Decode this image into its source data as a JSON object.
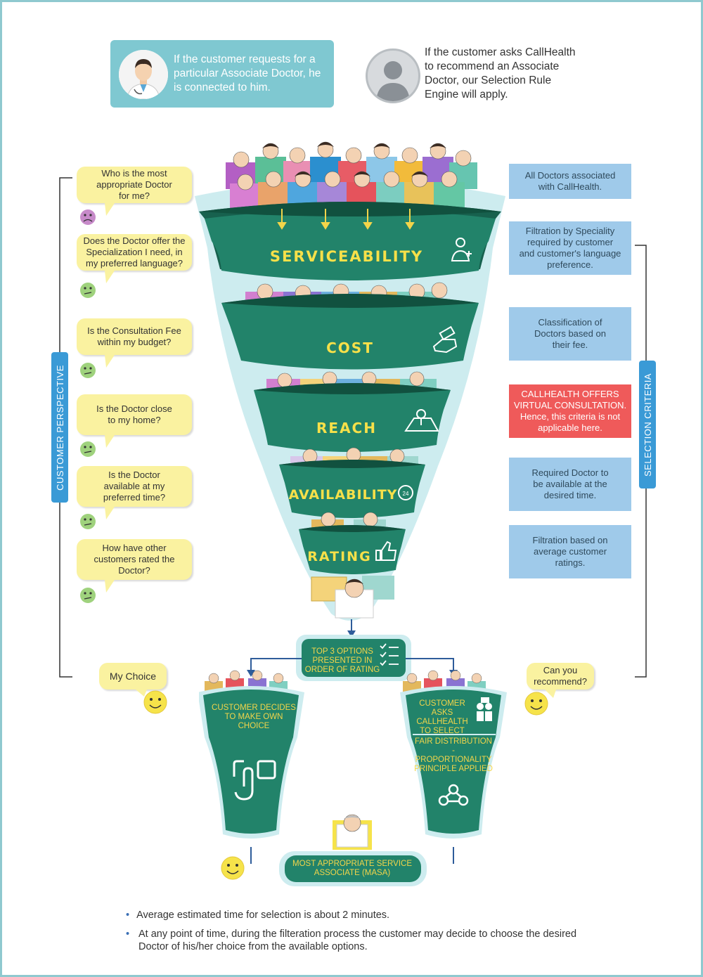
{
  "intro": {
    "left_text": "If the customer requests for a particular Associate Doctor, he is connected to him.",
    "right_text": "If the customer asks CallHealth to recommend an Associate Doctor, our Selection Rule Engine will apply."
  },
  "side_tabs": {
    "left": "CUSTOMER PERSPECTIVE",
    "right": "SELECTION CRITERIA"
  },
  "questions": [
    "Who is the most appropriate Doctor for me?",
    "Does the Doctor offer the Specialization I need, in my preferred language?",
    "Is the Consultation Fee within my budget?",
    "Is the Doctor close to my home?",
    "Is the Doctor available at my preferred time?",
    "How have other customers rated the Doctor?"
  ],
  "stages": [
    "SERVICEABILITY",
    "COST",
    "REACH",
    "AVAILABILITY",
    "RATING"
  ],
  "criteria": [
    "All Doctors associated with CallHealth.",
    "Filtration by Speciality required by customer and customer's language preference.",
    "Classification of Doctors based on their fee.",
    "CALLHEALTH OFFERS VIRTUAL CONSULTATION. Hence, this criteria is not applicable here.",
    "Required Doctor to be available at the desired time.",
    "Filtration based on average customer ratings."
  ],
  "top_options": "TOP 3 OPTIONS PRESENTED IN ORDER OF RATING",
  "my_choice": "My Choice",
  "can_you_recommend": "Can you recommend?",
  "left_funnel_text": "CUSTOMER DECIDES TO MAKE OWN CHOICE",
  "right_funnel_text_1": "CUSTOMER ASKS CALLHEALTH TO SELECT",
  "right_funnel_text_2": "FAIR DISTRIBUTION - PROPORTIONALITY PRINCIPLE APPLIED",
  "masa": "MOST APPROPRIATE SERVICE ASSOCIATE (MASA)",
  "notes": [
    "Average estimated time for selection is about 2 minutes.",
    "At any point of time, during the filteration process the customer may decide to choose the desired Doctor of his/her choice from the available options."
  ],
  "colors": {
    "funnel": "#22836a",
    "funnel_dark": "#17614e",
    "stage_text": "#f7e049",
    "halo": "#cdecef",
    "bubble": "#faf2a0",
    "criteria": "#9fcaea",
    "criteria_alert": "#ef5a5a",
    "tab": "#3a9ad6"
  }
}
